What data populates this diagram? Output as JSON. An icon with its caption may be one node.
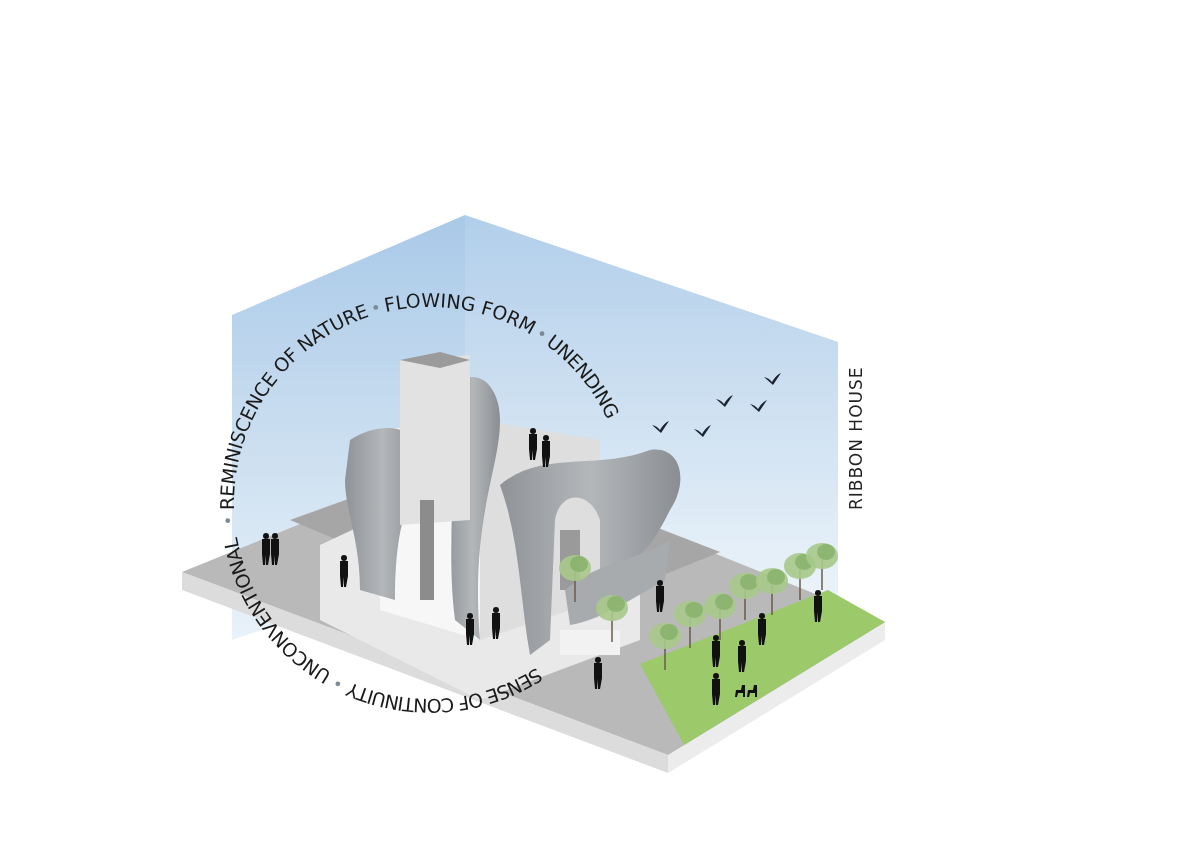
{
  "diagram": {
    "labels": [
      "REMINISCENCE OF NATURE",
      "FLOWING FORM",
      "UNENDING",
      "RIBBON HOUSE",
      "UNCONVENTIONAL",
      "SENSE OF CONTINUITY"
    ]
  }
}
